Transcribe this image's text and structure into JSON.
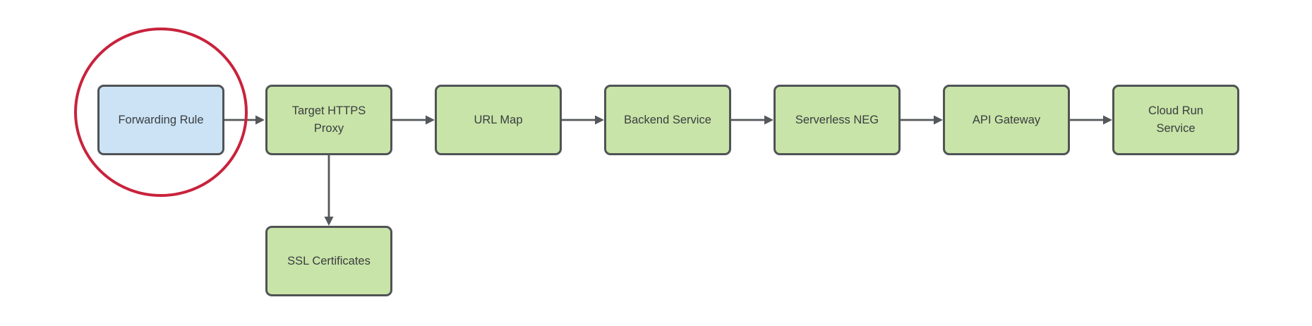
{
  "diagram": {
    "nodes": [
      {
        "id": "forwarding-rule",
        "label": "Forwarding Rule",
        "fill": "blue",
        "highlighted": true
      },
      {
        "id": "target-https-proxy",
        "label": "Target HTTPS\nProxy",
        "fill": "green",
        "highlighted": false
      },
      {
        "id": "url-map",
        "label": "URL Map",
        "fill": "green",
        "highlighted": false
      },
      {
        "id": "backend-service",
        "label": "Backend Service",
        "fill": "green",
        "highlighted": false
      },
      {
        "id": "serverless-neg",
        "label": "Serverless NEG",
        "fill": "green",
        "highlighted": false
      },
      {
        "id": "api-gateway",
        "label": "API Gateway",
        "fill": "green",
        "highlighted": false
      },
      {
        "id": "cloud-run-service",
        "label": "Cloud Run\nService",
        "fill": "green",
        "highlighted": false
      },
      {
        "id": "ssl-certificates",
        "label": "SSL Certificates",
        "fill": "green",
        "highlighted": false
      }
    ],
    "edges": [
      {
        "from": "Forwarding Rule",
        "to": "Target HTTPS Proxy"
      },
      {
        "from": "Target HTTPS Proxy",
        "to": "URL Map"
      },
      {
        "from": "URL Map",
        "to": "Backend Service"
      },
      {
        "from": "Backend Service",
        "to": "Serverless NEG"
      },
      {
        "from": "Serverless NEG",
        "to": "API Gateway"
      },
      {
        "from": "API Gateway",
        "to": "Cloud Run Service"
      },
      {
        "from": "Target HTTPS Proxy",
        "to": "SSL Certificates"
      }
    ],
    "highlight": {
      "shape": "ellipse",
      "around": "Forwarding Rule",
      "color": "#c8233c"
    },
    "colors": {
      "blue_fill": "#cbe3f5",
      "green_fill": "#c8e4a8",
      "node_border": "#505356",
      "arrow": "#55585b",
      "highlight_red": "#c8233c",
      "label_text": "#3a3d40"
    }
  }
}
